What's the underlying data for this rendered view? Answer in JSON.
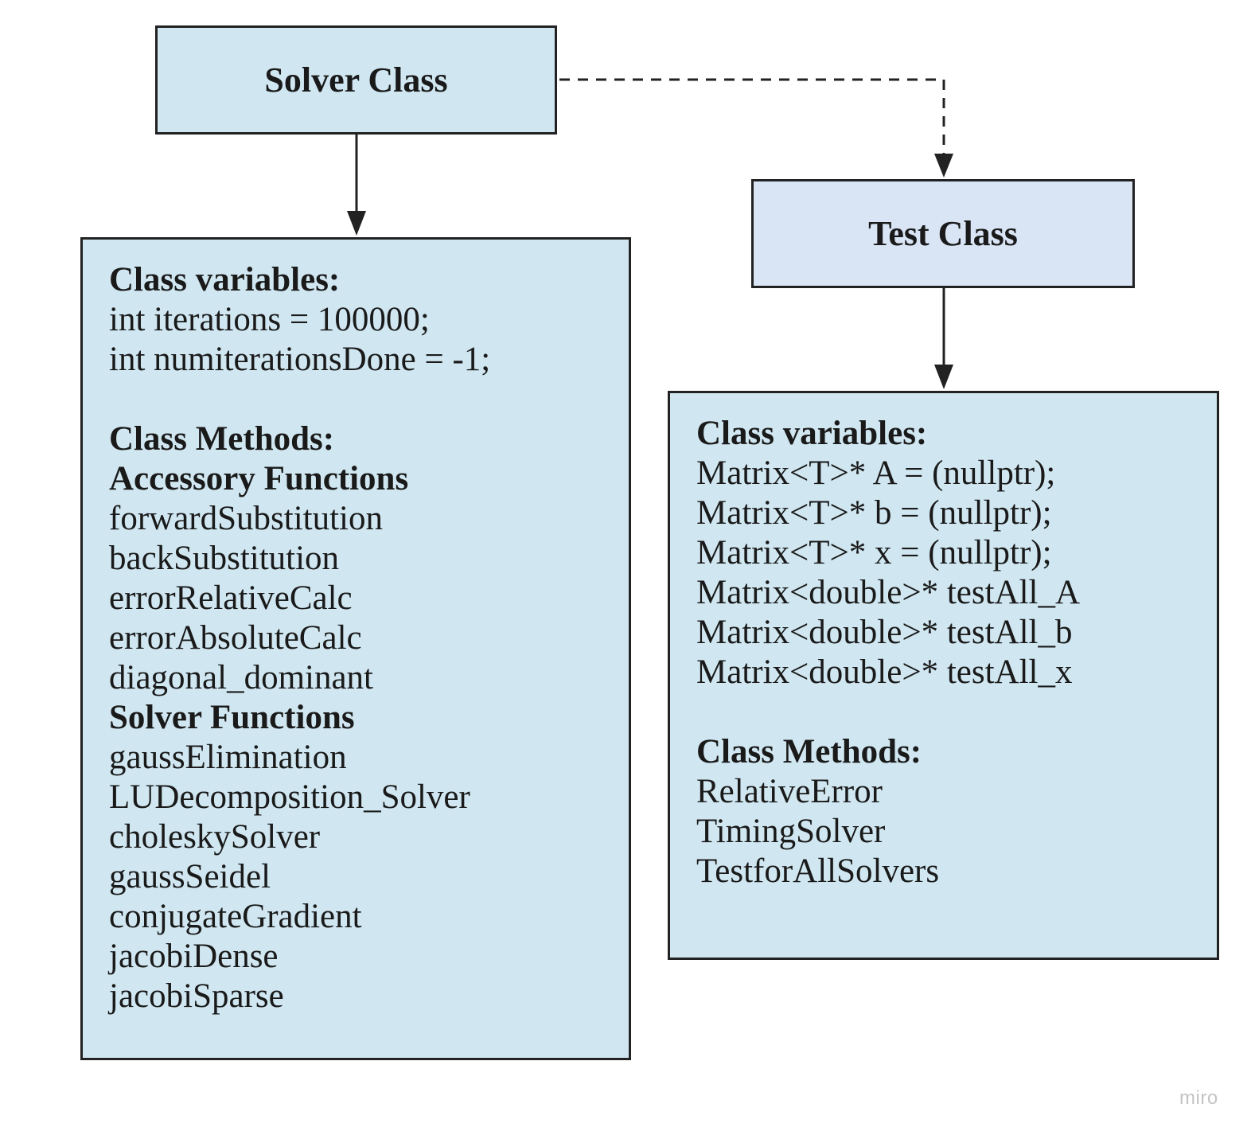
{
  "colors": {
    "solver_fill": "#d0e7f1",
    "test_title_fill": "#d9e5f5",
    "test_detail_fill": "#d0e7f1",
    "border": "#222222",
    "arrow": "#222222"
  },
  "solver_class": {
    "title": "Solver Class",
    "variables_heading": "Class variables:",
    "variables": [
      "int iterations = 100000;",
      "int numiterationsDone = -1;"
    ],
    "methods_heading": "Class Methods:",
    "accessory_heading": "Accessory Functions",
    "accessory_functions": [
      "forwardSubstitution",
      "backSubstitution",
      "errorRelativeCalc",
      "errorAbsoluteCalc",
      "diagonal_dominant"
    ],
    "solver_heading": "Solver Functions",
    "solver_functions": [
      "gaussElimination",
      "LUDecomposition_Solver",
      "choleskySolver",
      "gaussSeidel",
      "conjugateGradient",
      "jacobiDense",
      "jacobiSparse"
    ]
  },
  "test_class": {
    "title": "Test Class",
    "variables_heading": "Class variables:",
    "variables": [
      "Matrix<T>* A = (nullptr);",
      "Matrix<T>* b = (nullptr);",
      "Matrix<T>* x = (nullptr);",
      "Matrix<double>* testAll_A",
      "Matrix<double>* testAll_b",
      "Matrix<double>* testAll_x"
    ],
    "methods_heading": "Class Methods:",
    "methods": [
      "RelativeError",
      "TimingSolver",
      "TestforAllSolvers"
    ]
  },
  "connectors": [
    {
      "from": "solver_class",
      "to": "solver_class_detail",
      "style": "solid"
    },
    {
      "from": "solver_class",
      "to": "test_class",
      "style": "dashed"
    },
    {
      "from": "test_class",
      "to": "test_class_detail",
      "style": "solid"
    }
  ],
  "watermark": "miro"
}
